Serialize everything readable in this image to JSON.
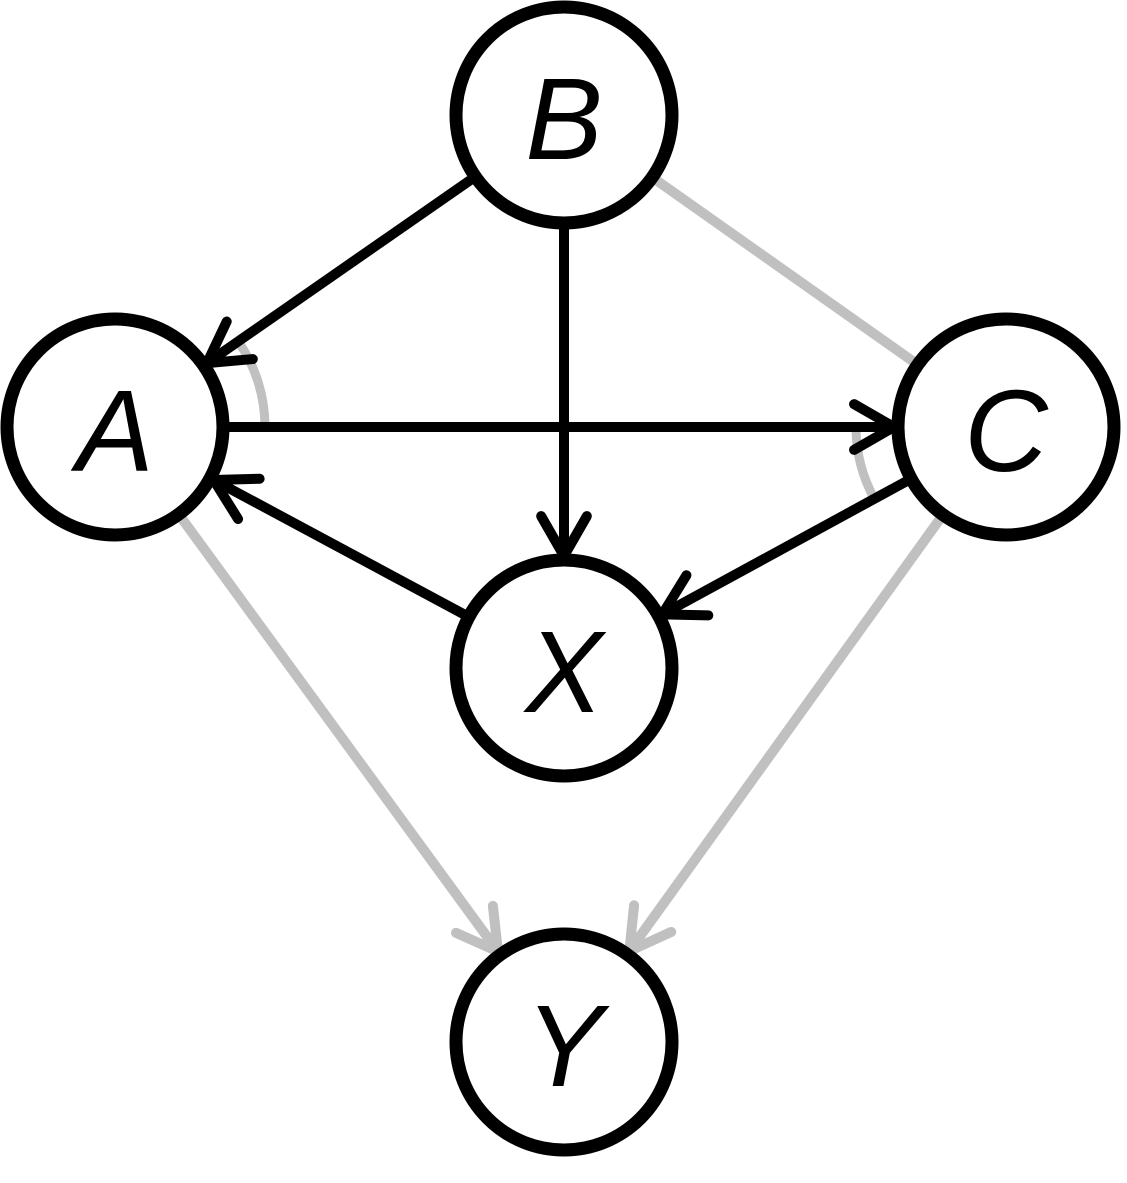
{
  "colors": {
    "strong": "#000000",
    "faint": "#c0c0c0",
    "node_fill": "#ffffff"
  },
  "nodes": [
    {
      "id": "B",
      "label": "B"
    },
    {
      "id": "A",
      "label": "A"
    },
    {
      "id": "C",
      "label": "C"
    },
    {
      "id": "X",
      "label": "X"
    },
    {
      "id": "Y",
      "label": "Y"
    }
  ],
  "edges": [
    {
      "from": "B",
      "to": "A",
      "style": "strong",
      "arrow": true
    },
    {
      "from": "B",
      "to": "X",
      "style": "strong",
      "arrow": true
    },
    {
      "from": "A",
      "to": "C",
      "style": "strong",
      "arrow": true
    },
    {
      "from": "X",
      "to": "A",
      "style": "strong",
      "arrow": true
    },
    {
      "from": "C",
      "to": "X",
      "style": "strong",
      "arrow": true
    },
    {
      "from": "B",
      "to": "C",
      "style": "faint",
      "arrow": false
    },
    {
      "from": "A",
      "to": "Y",
      "style": "faint",
      "arrow": true
    },
    {
      "from": "C",
      "to": "Y",
      "style": "faint",
      "arrow": true
    }
  ],
  "arcs": [
    {
      "at": "A",
      "between": [
        "B",
        "C"
      ],
      "style": "faint"
    },
    {
      "at": "C",
      "between": [
        "A",
        "X"
      ],
      "style": "faint"
    }
  ]
}
